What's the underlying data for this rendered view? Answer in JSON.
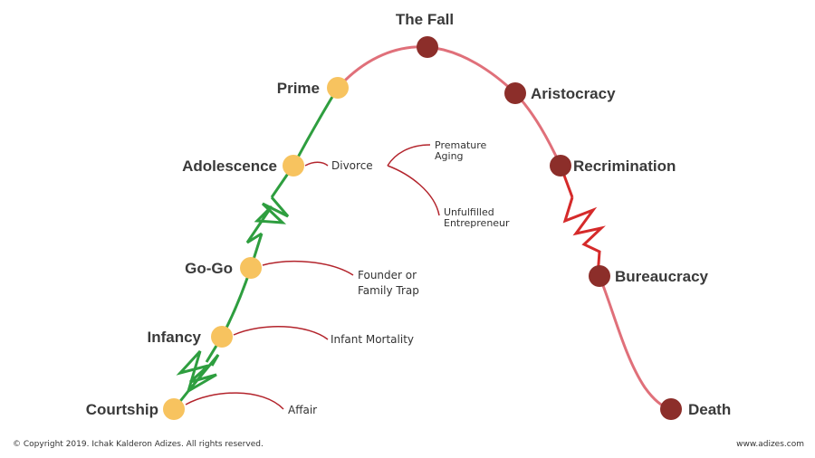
{
  "colors": {
    "growth_line": "#2e9e3f",
    "decline_line": "#e0707a",
    "zigzag_decline": "#d52a2a",
    "growth_dot": "#f7c35f",
    "decline_dot": "#8c2e2a",
    "trap_line": "#b3242c",
    "text": "#3a3a3a"
  },
  "stages": {
    "courtship": "Courtship",
    "infancy": "Infancy",
    "gogo": "Go-Go",
    "adolescence": "Adolescence",
    "prime": "Prime",
    "fall": "The Fall",
    "aristocracy": "Aristocracy",
    "recrimination": "Recrimination",
    "bureaucracy": "Bureaucracy",
    "death": "Death"
  },
  "traps": {
    "affair": "Affair",
    "infant_mortality": "Infant Mortality",
    "founder_1": "Founder or",
    "founder_2": "Family Trap",
    "divorce": "Divorce",
    "premature_1": "Premature",
    "premature_2": "Aging",
    "unfulfilled_1": "Unfulfilled",
    "unfulfilled_2": "Entrepreneur"
  },
  "footer": {
    "copyright": "© Copyright 2019. Ichak Kalderon Adizes. All rights reserved.",
    "website": "www.adizes.com"
  }
}
